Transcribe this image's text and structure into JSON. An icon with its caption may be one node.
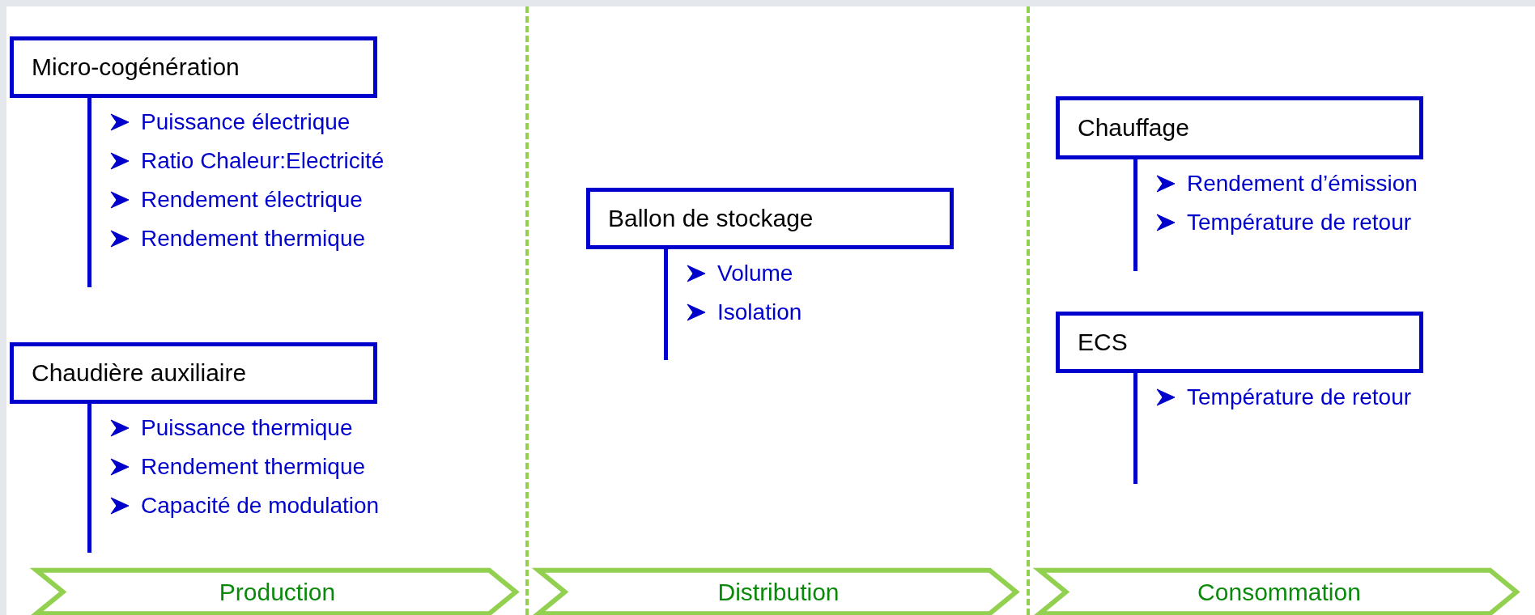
{
  "diagram": {
    "nodes": [
      {
        "text": [
          "Micro-cogénération"
        ],
        "beside": [
          "Puissance électrique",
          "Ratio Chaleur:Electricité",
          "Rendement électrique",
          "Rendement thermique"
        ]
      },
      {
        "text": [
          "Chaudière auxiliaire"
        ],
        "beside": [
          "Puissance thermique",
          "Rendement thermique",
          "Capacité de modulation"
        ]
      },
      {
        "text": [
          "Ballon de stockage"
        ],
        "beside": [
          "Volume",
          "Isolation"
        ]
      },
      {
        "text": [
          "Chauffage"
        ],
        "beside": [
          "Rendement d’émission",
          "Température de retour"
        ]
      },
      {
        "text": [
          "ECS"
        ],
        "beside": [
          "Température de retour"
        ]
      },
      {
        "text": [
          "Production"
        ]
      },
      {
        "text": [
          "Distribution"
        ]
      },
      {
        "text": [
          "Consommation"
        ]
      }
    ]
  }
}
